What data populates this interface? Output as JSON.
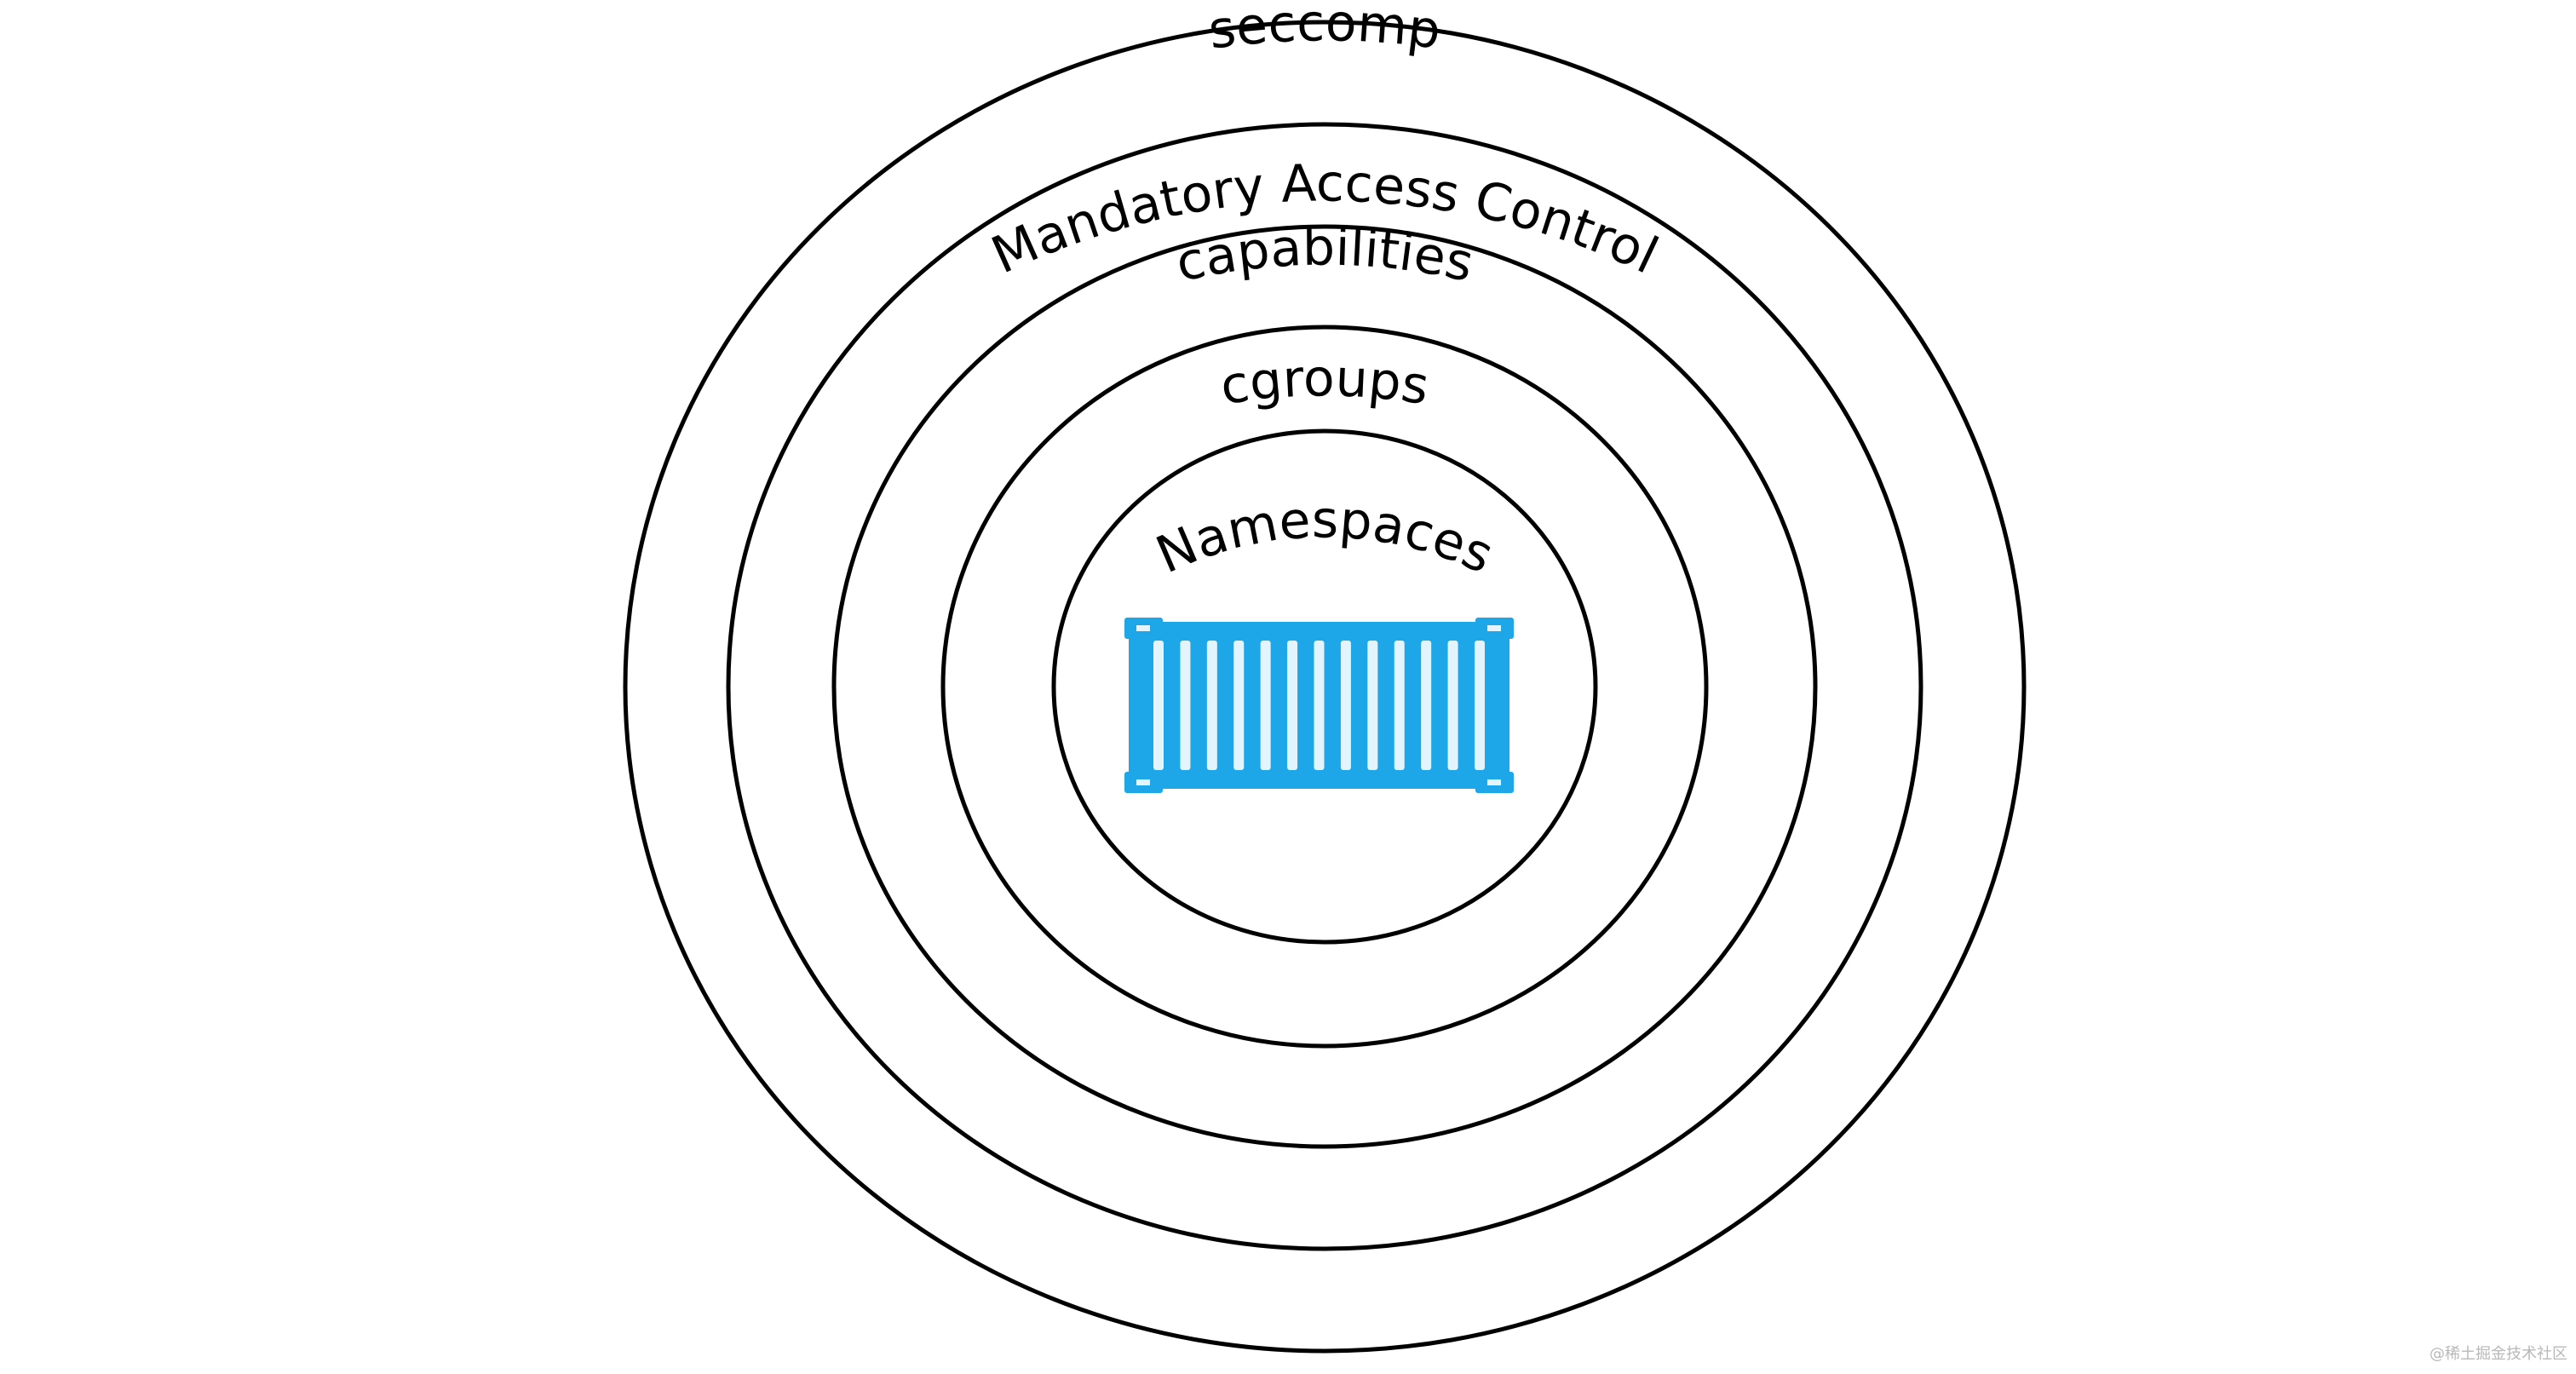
{
  "diagram": {
    "layers": [
      {
        "label": "seccomp"
      },
      {
        "label": "Mandatory Access Control"
      },
      {
        "label": "capabilities"
      },
      {
        "label": "cgroups"
      },
      {
        "label": "Namespaces"
      }
    ],
    "center_icon": "shipping-container-icon",
    "colors": {
      "ring_stroke": "#000000",
      "container_fill": "#1EA7E8",
      "container_ribs": "#E4F4FC"
    }
  },
  "watermark": "@稀土掘金技术社区"
}
